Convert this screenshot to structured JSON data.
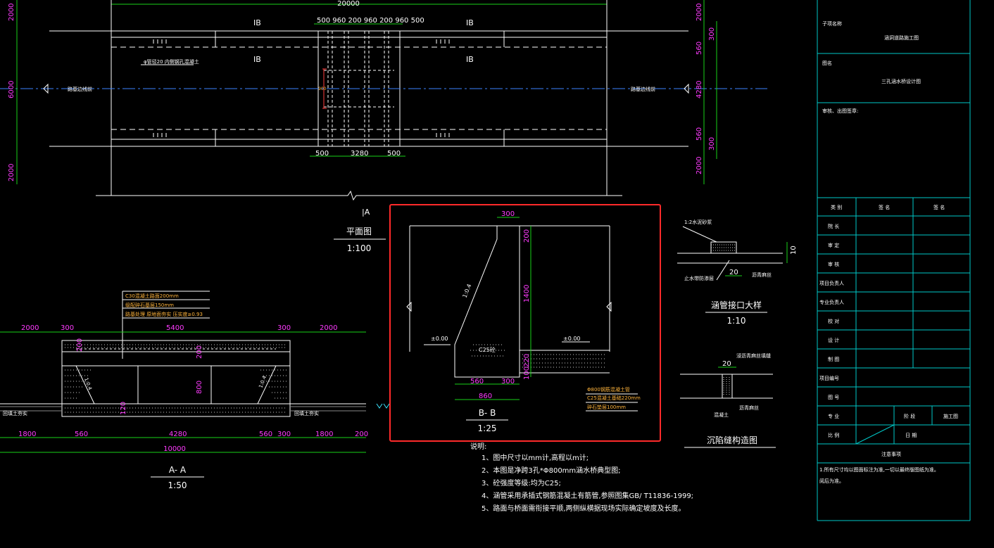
{
  "plan": {
    "top_dim": "20000",
    "sections": [
      "IB",
      "IB",
      "IB",
      "IB"
    ],
    "top_dims_cluster": "500 960 200 960 200 960 500",
    "bottom_dims": [
      "500",
      "3280",
      "500"
    ],
    "left_dims": [
      "2000",
      "6000",
      "2000"
    ],
    "right_dims": [
      "2000",
      "300",
      "560",
      "4280",
      "560",
      "300",
      "2000"
    ],
    "note_pipe": "φ管径20 内侧钢孔混凝土",
    "edge_left": "路基边线前",
    "edge_right": "路基边线前",
    "section_mark": "|A",
    "title": "平面图",
    "scale": "1:100"
  },
  "section_aa": {
    "layers": [
      "C30混凝土路面200mm",
      "级配碎石基层150mm",
      "路基处理 原地面夯实 压实度≥0.93"
    ],
    "top_dims": [
      "2000",
      "300",
      "5400",
      "300",
      "2000"
    ],
    "bottom_dims": [
      "1800",
      "560",
      "4280",
      "560",
      "300",
      "1800",
      "200"
    ],
    "total": "10000",
    "vert_dims": [
      "200",
      "800",
      "200",
      "1:0.4",
      "1:0.4",
      "120"
    ],
    "ground_labels": [
      "回填土夯实",
      "回填土夯实"
    ],
    "title": "A- A",
    "scale": "1:50"
  },
  "section_bb": {
    "dims_top": "300",
    "dims_vert": [
      "200",
      "1400",
      "220",
      "100"
    ],
    "dims_bottom": [
      "560",
      "300",
      "860"
    ],
    "slope": "1:0.4",
    "elev_left": "±0.00",
    "elev_right": "±0.00",
    "concrete": "C25砼",
    "notes": [
      "Φ800钢筋混凝土管",
      "C25混凝土基础220mm",
      "碎石垫层100mm"
    ],
    "title": "B- B",
    "scale": "1:25"
  },
  "pipe_joint": {
    "labels": [
      "1:2水泥砂浆",
      "止水带防渗层",
      "沥青麻丝"
    ],
    "dims": [
      "20",
      "10"
    ],
    "title": "涵管接口大样",
    "scale": "1:10"
  },
  "settlement_joint": {
    "labels": [
      "浸沥青麻丝填缝",
      "沥青麻丝"
    ],
    "dim": "20",
    "bottom_label": "混凝土",
    "title": "沉陷缝构造图"
  },
  "notes": {
    "heading": "说明:",
    "items": [
      "1、图中尺寸以mm计,高程以m计;",
      "2、本图是净跨3孔*Φ800mm涵水桥典型图;",
      "3、砼强度等级:均为C25;",
      "4、涵管采用承插式钢筋混凝土有筋管,参照图集GB/ T11836-1999;",
      "5、路面与桥面需衔接平顺,两侧纵横据现场实际确定坡度及长度。"
    ]
  },
  "title_block": {
    "project_label": "子项名称",
    "project_value": "涵洞道路施工图",
    "drawing_label": "图名",
    "drawing_value": "三孔涵水桥设计图",
    "review_label": "审核、出图签章:",
    "header": [
      "类 别",
      "签 名",
      "签 名"
    ],
    "roles": [
      "院 长",
      "审 定",
      "审 核",
      "项目负责人",
      "专业负责人",
      "校 对",
      "设 计",
      "制 图",
      "项目编号",
      "图 号",
      "专 业",
      "比 例"
    ],
    "phase_label": "阶 段",
    "phase_value": "施工图",
    "date_label": "日 期",
    "notice_title": "注意事项",
    "notice_text": "1.所有尺寸均以图面标注为准,一切以最终版图纸为准。",
    "notice_text2": "阅后为准。"
  },
  "colors": {
    "background": "#000000",
    "line": "#ffffff",
    "dimension": "#19d219",
    "dim_text": "#ff3bff",
    "annotation": "#ffb43c",
    "frame": "#00c8c8",
    "centerline": "#3c82ff",
    "highlight": "#ff2a2a"
  }
}
